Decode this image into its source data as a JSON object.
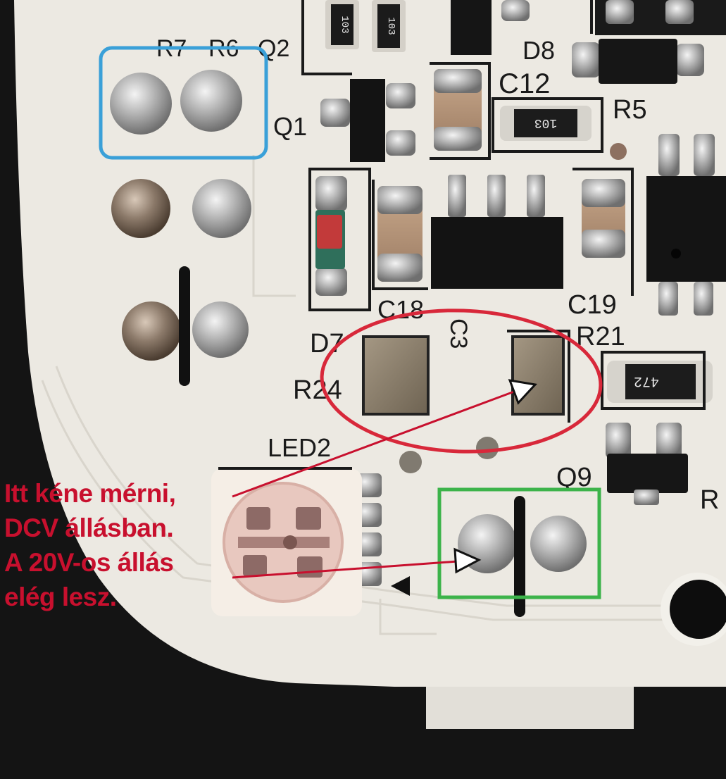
{
  "annotation": {
    "lines": [
      "Itt kéne mérni,",
      "DCV állásban.",
      "A 20V-os állás",
      "elég lesz."
    ],
    "color": "#c8102e"
  },
  "silkscreen": {
    "r7": "R7",
    "r6": "R6",
    "q2": "Q2",
    "q1": "Q1",
    "d8": "D8",
    "c12": "C12",
    "r5": "R5",
    "c18": "C18",
    "c3": "C3",
    "c19": "C19",
    "d7": "D7",
    "r21": "R21",
    "r24": "R24",
    "led2": "LED2",
    "q9": "Q9",
    "r_partial": "R"
  },
  "component_markings": {
    "res_103_a": "103",
    "res_103_b": "103",
    "res_103_c": "103",
    "res_472": "472"
  },
  "highlight_colors": {
    "blue": "#3aa0d8",
    "red": "#d8283a",
    "green": "#3cb34a"
  }
}
